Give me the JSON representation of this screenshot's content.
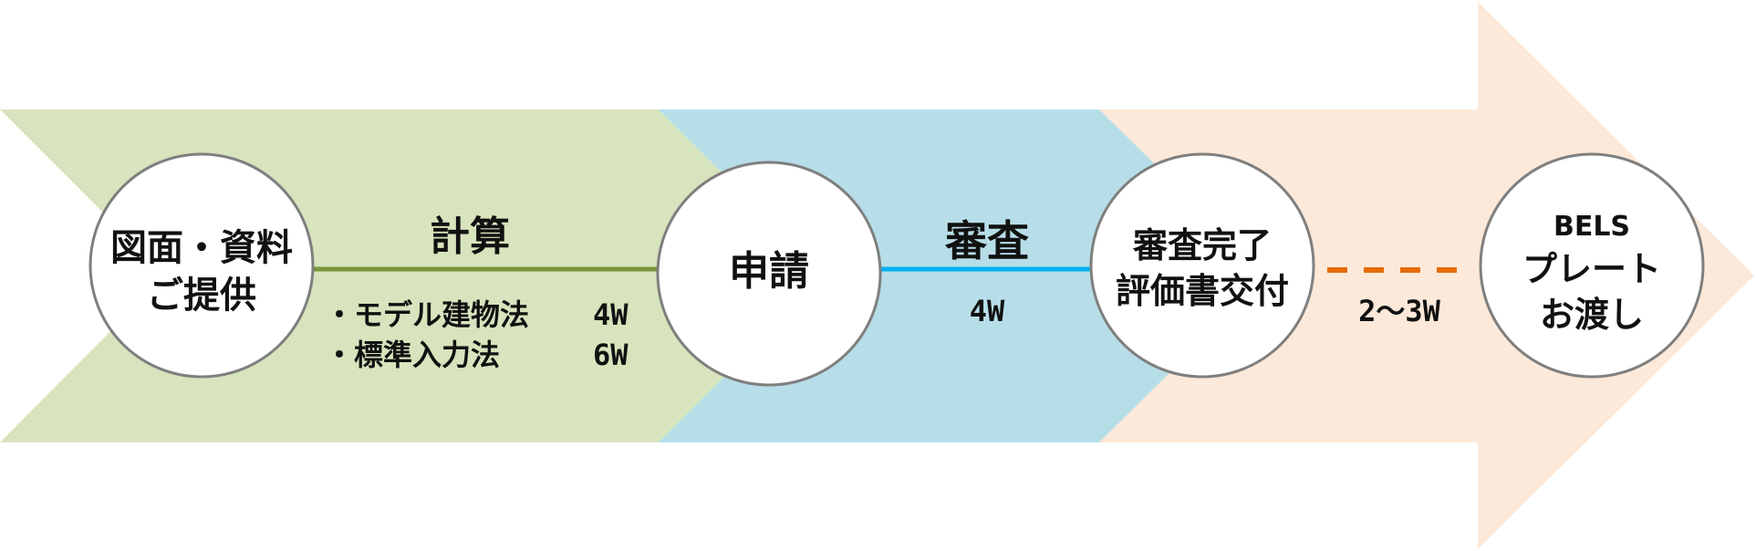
{
  "colors": {
    "stage1": "#d7e4bd",
    "stage2": "#b7dee8",
    "stage3": "#fde9d9",
    "line1": "#77933c",
    "line2": "#00b0f0",
    "line3": "#e46c0a",
    "circle_stroke": "#7f7f7f"
  },
  "nodes": {
    "materials": {
      "line1": "図面・資料",
      "line2": "ご提供"
    },
    "application": {
      "line1": "申請"
    },
    "review_complete": {
      "line1": "審査完了",
      "line2": "評価書交付"
    },
    "plate": {
      "line1": "BELS",
      "line2": "プレート",
      "line3": "お渡し"
    }
  },
  "segments": {
    "calculation": {
      "title": "計算",
      "items": [
        {
          "label": "・モデル建物法",
          "duration": "4W"
        },
        {
          "label": "・標準入力法",
          "duration": "6W"
        }
      ]
    },
    "review": {
      "title": "審査",
      "duration": "4W"
    },
    "delivery": {
      "duration": "2～3W"
    }
  }
}
